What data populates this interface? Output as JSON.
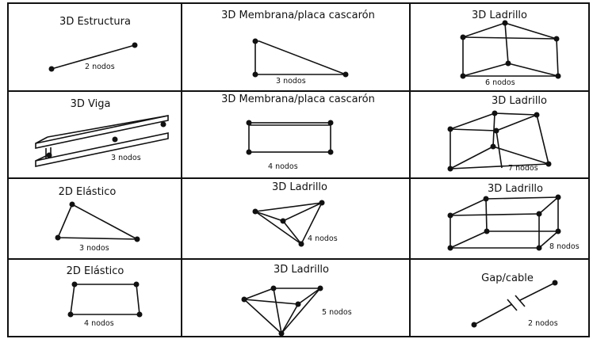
{
  "cells": [
    {
      "title": "3D Estructura",
      "label": "2 nodos"
    },
    {
      "title": "3D Membrana/placa cascarón",
      "label": "3 nodos"
    },
    {
      "title": "3D Ladrillo",
      "label": "6 nodos"
    },
    {
      "title": "3D Viga",
      "label": "3 nodos"
    },
    {
      "title": "3D Membrana/placa cascarón",
      "label": "4 nodos"
    },
    {
      "title": "3D Ladrillo",
      "label": "7 nodos"
    },
    {
      "title": "2D Elástico",
      "label": "3 nodos"
    },
    {
      "title": "3D Ladrillo",
      "label": "4 nodos"
    },
    {
      "title": "3D Ladrillo",
      "label": "8 nodos"
    },
    {
      "title": "2D Elástico",
      "label": "4 nodos"
    },
    {
      "title": "3D Ladrillo",
      "label": "5 nodos"
    },
    {
      "title": "Gap/cable",
      "label": "2 nodos"
    }
  ]
}
